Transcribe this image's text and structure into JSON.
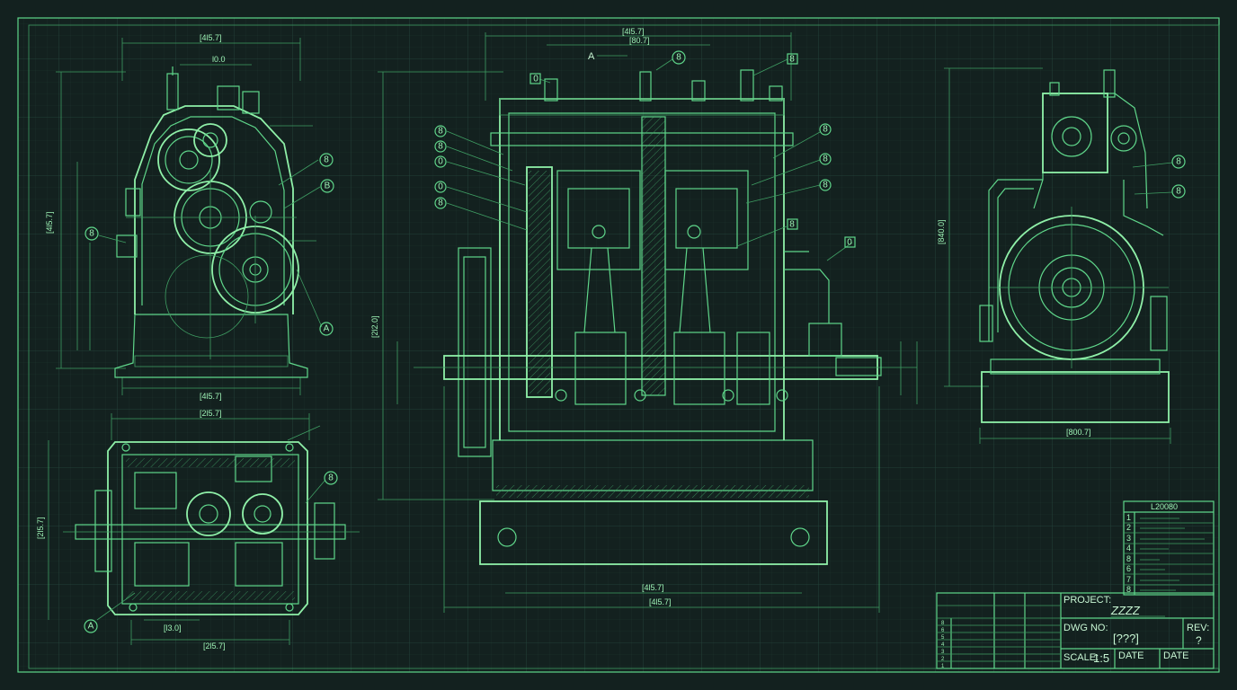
{
  "colors": {
    "background": "#13211f",
    "grid": "#1f3a33",
    "line": "#5fd68a",
    "highlight": "#8ff0a8"
  },
  "views": {
    "front": {
      "top_dim": "[4l5.7]",
      "bottom_dim": "[4l5.7]",
      "callout_a": "A",
      "callout_b": "8",
      "callout_c": "B",
      "left_dim": "[4l5.7]",
      "inner_dim": "l0.0"
    },
    "plan": {
      "top_dim": "[2l5.7]",
      "bottom_dim_1": "[l3.0]",
      "bottom_dim_2": "[2l5.7]",
      "callout_a": "A",
      "callout_b": "8",
      "left_dim": "[2l5.7]"
    },
    "section": {
      "top_dim_1": "[4l5.7]",
      "top_dim_2": "[80.7]",
      "bottom_dim_1": "[4l5.7]",
      "bottom_dim_2": "[4l5.7]",
      "left_dim": "[2l2.0]",
      "section_mark": "A",
      "top_callouts": [
        "8",
        "8",
        "0",
        "0"
      ],
      "left_callouts": [
        "8",
        "8",
        "0",
        "0",
        "8"
      ],
      "right_callouts": [
        "8",
        "8",
        "8",
        "8"
      ]
    },
    "side": {
      "bottom_dim": "[800.7]",
      "left_dim": "[840.0]",
      "callout_a": "8",
      "callout_b": "8"
    }
  },
  "parts_list": {
    "title": "L20080",
    "rows": [
      "1",
      "2",
      "3",
      "4",
      "8",
      "6",
      "7",
      "8"
    ]
  },
  "title_block": {
    "project_label": "PROJECT:",
    "project_value": "ZZZZ",
    "dwg_label": "DWG NO:",
    "dwg_value": "[???]",
    "rev_label": "REV:",
    "rev_value": "?",
    "scale_label": "SCALE:",
    "scale_value": "1:5",
    "date_label_1": "DATE",
    "date_label_2": "DATE",
    "left_rows": [
      "8",
      "6",
      "5",
      "4",
      "3",
      "2",
      "1"
    ]
  }
}
